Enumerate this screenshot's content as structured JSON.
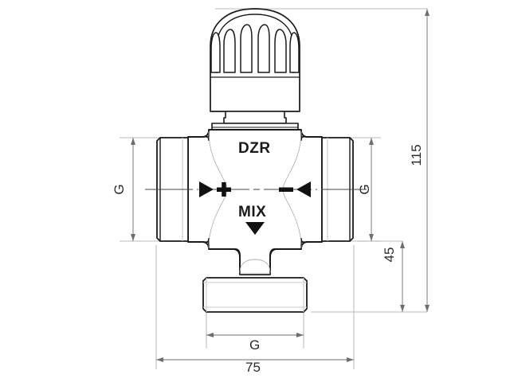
{
  "drawing": {
    "title": "Thermostatic mixing valve technical drawing",
    "view": "front elevation / sectional outline",
    "units": "mm",
    "line_color": "#1a1a1a",
    "thin_line_color": "#9a9a9a",
    "dim_line_color": "#6e6e6e",
    "background": "#ffffff"
  },
  "labels": {
    "body_marking": "DZR",
    "outlet_marking": "MIX",
    "hot_port_symbol": "+",
    "cold_port_symbol": "−"
  },
  "dimensions": {
    "left_port_thread": "G",
    "right_port_thread": "G",
    "bottom_port_thread": "G",
    "overall_height": "115",
    "body_center_height": "45",
    "overall_width": "75"
  },
  "icons": {
    "hot_inlet_arrow": "flow-arrow-right-icon",
    "cold_inlet_arrow": "flow-arrow-left-icon",
    "mix_outlet_arrow": "flow-arrow-down-icon",
    "knob": "thermostatic-knob-icon"
  }
}
